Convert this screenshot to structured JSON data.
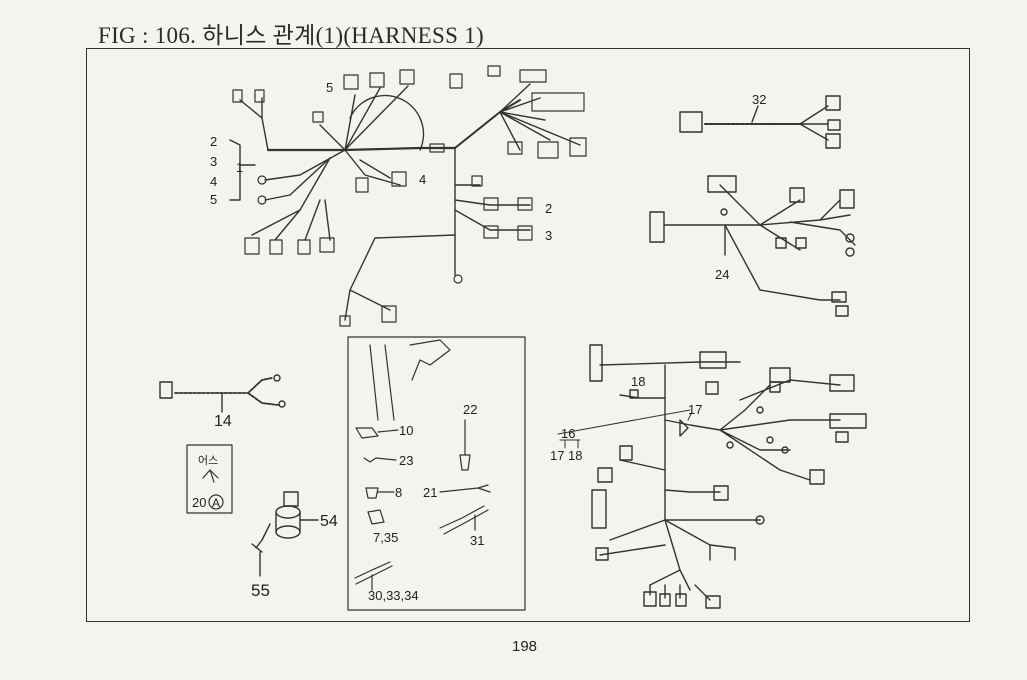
{
  "title": "FIG : 106. 하니스 관계(1)(HARNESS 1)",
  "page_number": "198",
  "callouts": {
    "harness_main": [
      "2",
      "3",
      "4",
      "5",
      "1",
      "5",
      "4",
      "2",
      "3"
    ],
    "cable_32": "32",
    "harness_24": "24",
    "cable_14": "14",
    "earth_box": {
      "text": "어스",
      "number": "20",
      "circled": "A"
    },
    "part_54": "54",
    "part_55": "55",
    "inset": [
      "10",
      "23",
      "8",
      "7,35",
      "22",
      "21",
      "31",
      "30,33,34"
    ],
    "harness_16": [
      "16",
      "17",
      "18",
      "18",
      "17"
    ]
  },
  "colors": {
    "line": "#333333",
    "paper": "#f4f3ef"
  }
}
